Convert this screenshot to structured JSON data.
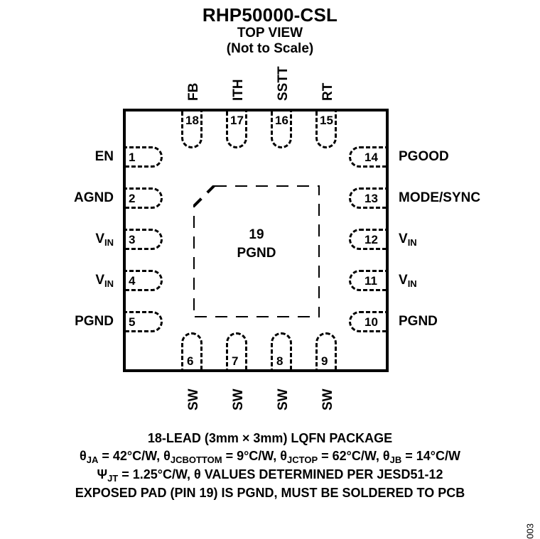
{
  "title": {
    "part_number": "RHP50000-CSL",
    "view": "TOP VIEW",
    "scale_note": "(Not to Scale)"
  },
  "package": {
    "exposed_pad": {
      "number": "19",
      "name": "PGND"
    },
    "pins_top": [
      {
        "number": "18",
        "name": "FB"
      },
      {
        "number": "17",
        "name": "ITH"
      },
      {
        "number": "16",
        "name": "SSTT"
      },
      {
        "number": "15",
        "name": "RT"
      }
    ],
    "pins_left": [
      {
        "number": "1",
        "name": "EN"
      },
      {
        "number": "2",
        "name": "AGND"
      },
      {
        "number": "3",
        "name": "V",
        "sub": "IN"
      },
      {
        "number": "4",
        "name": "V",
        "sub": "IN"
      },
      {
        "number": "5",
        "name": "PGND"
      }
    ],
    "pins_right": [
      {
        "number": "14",
        "name": "PGOOD"
      },
      {
        "number": "13",
        "name": "MODE/SYNC"
      },
      {
        "number": "12",
        "name": "V",
        "sub": "IN"
      },
      {
        "number": "11",
        "name": "V",
        "sub": "IN"
      },
      {
        "number": "10",
        "name": "PGND"
      }
    ],
    "pins_bottom": [
      {
        "number": "6",
        "name": "SW"
      },
      {
        "number": "7",
        "name": "SW"
      },
      {
        "number": "8",
        "name": "SW"
      },
      {
        "number": "9",
        "name": "SW"
      }
    ]
  },
  "footer": {
    "line1": "18-LEAD (3mm × 3mm) LQFN PACKAGE",
    "line2_part1": "θ",
    "line2_sub1": "JA",
    "line2_part2": " = 42°C/W, θ",
    "line2_sub2": "JCBOTTOM",
    "line2_part3": " = 9°C/W, θ",
    "line2_sub3": "JCTOP",
    "line2_part4": " = 62°C/W, θ",
    "line2_sub4": "JB",
    "line2_part5": " = 14°C/W",
    "line3_part1": "Ψ",
    "line3_sub1": "JT",
    "line3_part2": " = 1.25°C/W, θ VALUES DETERMINED PER JESD51-12",
    "line4": "EXPOSED PAD (PIN 19) IS PGND, MUST BE SOLDERED TO PCB"
  },
  "figure_id": "003"
}
